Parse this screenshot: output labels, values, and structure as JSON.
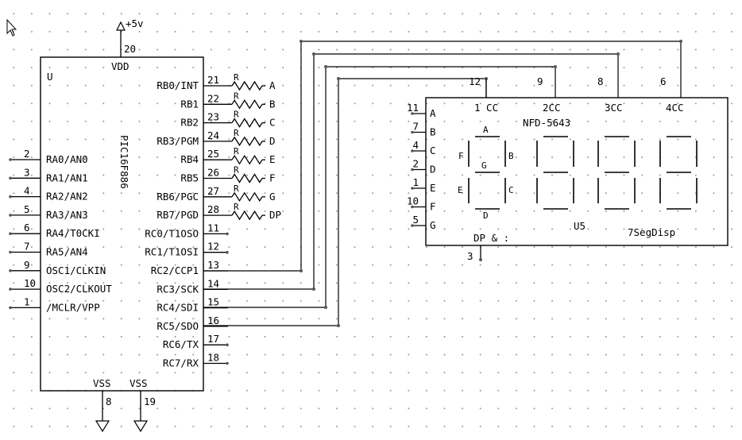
{
  "power": {
    "label": "+5v",
    "pin": "20"
  },
  "mcu": {
    "ref": "U",
    "part": "PIC16F886",
    "vdd": "VDD",
    "vss": [
      {
        "label": "VSS",
        "pin": "8"
      },
      {
        "label": "VSS",
        "pin": "19"
      }
    ],
    "left_pins": [
      {
        "num": "2",
        "name": "RA0/AN0"
      },
      {
        "num": "3",
        "name": "RA1/AN1"
      },
      {
        "num": "4",
        "name": "RA2/AN2"
      },
      {
        "num": "5",
        "name": "RA3/AN3"
      },
      {
        "num": "6",
        "name": "RA4/T0CKI"
      },
      {
        "num": "7",
        "name": "RA5/AN4"
      },
      {
        "num": "9",
        "name": "OSC1/CLKIN"
      },
      {
        "num": "10",
        "name": "OSC2/CLKOUT"
      },
      {
        "num": "1",
        "name": "/MCLR/VPP"
      }
    ],
    "right_pins": [
      {
        "num": "21",
        "name": "RB0/INT"
      },
      {
        "num": "22",
        "name": "RB1"
      },
      {
        "num": "23",
        "name": "RB2"
      },
      {
        "num": "24",
        "name": "RB3/PGM"
      },
      {
        "num": "25",
        "name": "RB4"
      },
      {
        "num": "26",
        "name": "RB5"
      },
      {
        "num": "27",
        "name": "RB6/PGC"
      },
      {
        "num": "28",
        "name": "RB7/PGD"
      },
      {
        "num": "11",
        "name": "RC0/T1OSO"
      },
      {
        "num": "12",
        "name": "RC1/T1OSI"
      },
      {
        "num": "13",
        "name": "RC2/CCP1"
      },
      {
        "num": "14",
        "name": "RC3/SCK"
      },
      {
        "num": "15",
        "name": "RC4/SDI"
      },
      {
        "num": "16",
        "name": "RC5/SDO"
      },
      {
        "num": "17",
        "name": "RC6/TX"
      },
      {
        "num": "18",
        "name": "RC7/RX"
      }
    ]
  },
  "resistors": [
    {
      "ref": "R",
      "net": "A"
    },
    {
      "ref": "R",
      "net": "B"
    },
    {
      "ref": "R",
      "net": "C"
    },
    {
      "ref": "R",
      "net": "D"
    },
    {
      "ref": "R",
      "net": "E"
    },
    {
      "ref": "R",
      "net": "F"
    },
    {
      "ref": "R",
      "net": "G"
    },
    {
      "ref": "R",
      "net": "DP"
    }
  ],
  "display": {
    "ref": "U5",
    "part": "NFD-5643",
    "type": "7SegDisp",
    "dp_label": "DP & :",
    "dp_pin": "3",
    "seg_pins": [
      {
        "num": "11",
        "name": "A"
      },
      {
        "num": "7",
        "name": "B"
      },
      {
        "num": "4",
        "name": "C"
      },
      {
        "num": "2",
        "name": "D"
      },
      {
        "num": "1",
        "name": "E"
      },
      {
        "num": "10",
        "name": "F"
      },
      {
        "num": "5",
        "name": "G"
      }
    ],
    "commons": [
      {
        "pin": "12",
        "label": "1 CC"
      },
      {
        "pin": "9",
        "label": "2CC"
      },
      {
        "pin": "8",
        "label": "3CC"
      },
      {
        "pin": "6",
        "label": "4CC"
      }
    ],
    "segment_letters": {
      "a": "A",
      "b": "B",
      "c": "C",
      "d": "D",
      "e": "E",
      "f": "F",
      "g": "G"
    }
  }
}
